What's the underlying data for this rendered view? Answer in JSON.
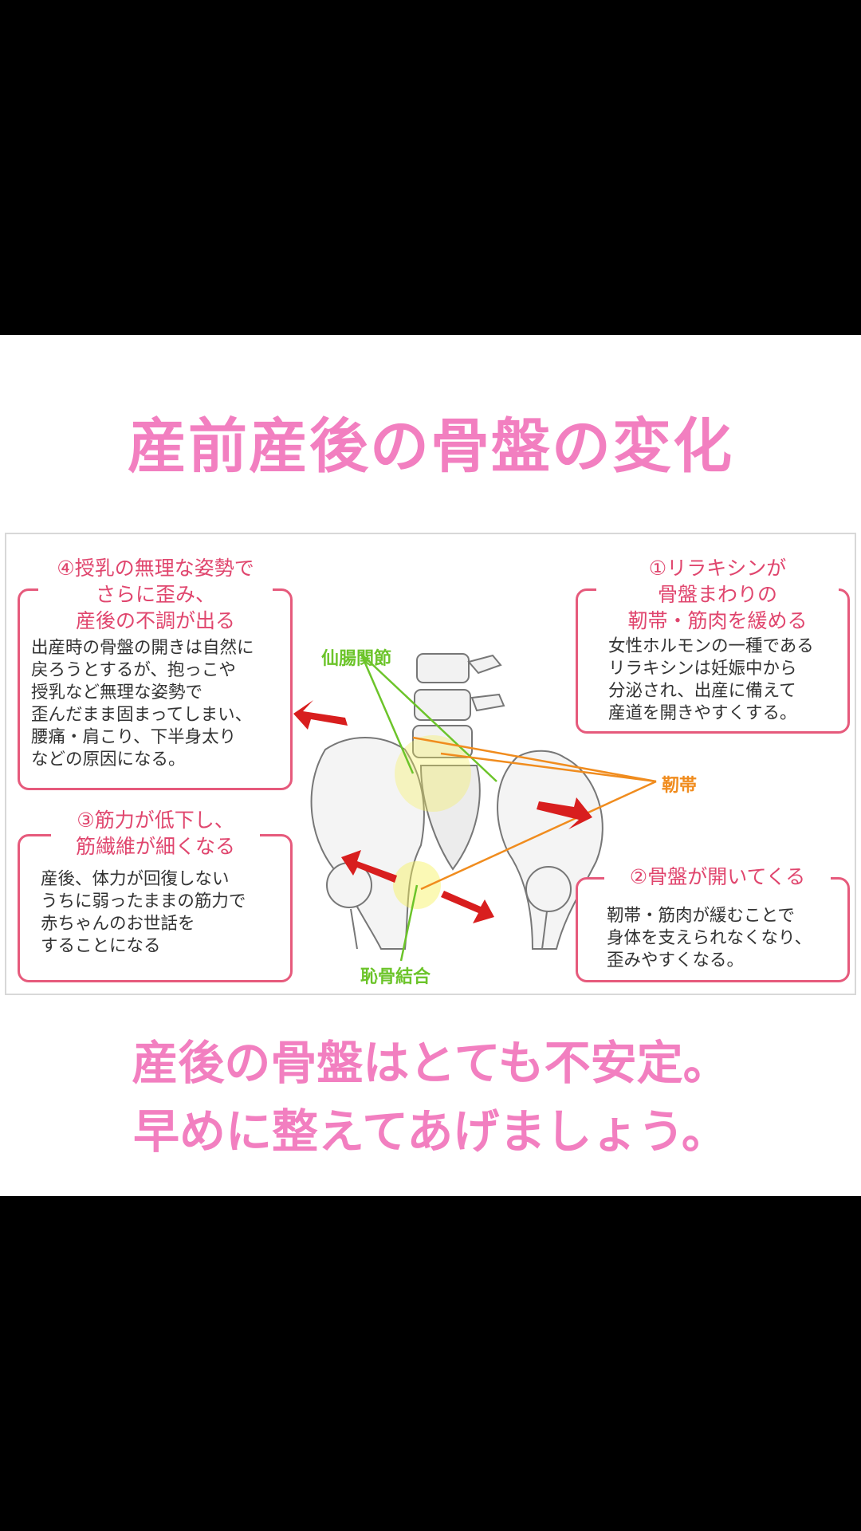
{
  "title": "産前産後の骨盤の変化",
  "diagram": {
    "box1": {
      "head": "①リラキシンが\n骨盤まわりの\n靭帯・筋肉を緩める",
      "body": "女性ホルモンの一種である\nリラキシンは妊娠中から\n分泌され、出産に備えて\n産道を開きやすくする。"
    },
    "box2": {
      "head": "②骨盤が開いてくる",
      "body": "靭帯・筋肉が緩むことで\n身体を支えられなくなり、\n歪みやすくなる。"
    },
    "box3": {
      "head": "③筋力が低下し、\n筋繊維が細くなる",
      "body": "産後、体力が回復しない\nうちに弱ったままの筋力で\n赤ちゃんのお世話を\nすることになる"
    },
    "box4": {
      "head": "④授乳の無理な姿勢で\nさらに歪み、\n産後の不調が出る",
      "body": "出産時の骨盤の開きは自然に\n戻ろうとするが、抱っこや\n授乳など無理な姿勢で\n歪んだまま固まってしまい、\n腰痛・肩こり、下半身太り\nなどの原因になる。"
    },
    "labels": {
      "sacroiliac": "仙腸関節",
      "ligament": "靭帯",
      "pubic": "恥骨結合"
    },
    "colors": {
      "accent_pink": "#e0466e",
      "label_green": "#6cc42a",
      "label_orange": "#f08c1e",
      "arrow_red": "#d81e1e"
    }
  },
  "message": {
    "line1": "産後の骨盤はとても不安定。",
    "line2": "早めに整えてあげましょう。"
  }
}
